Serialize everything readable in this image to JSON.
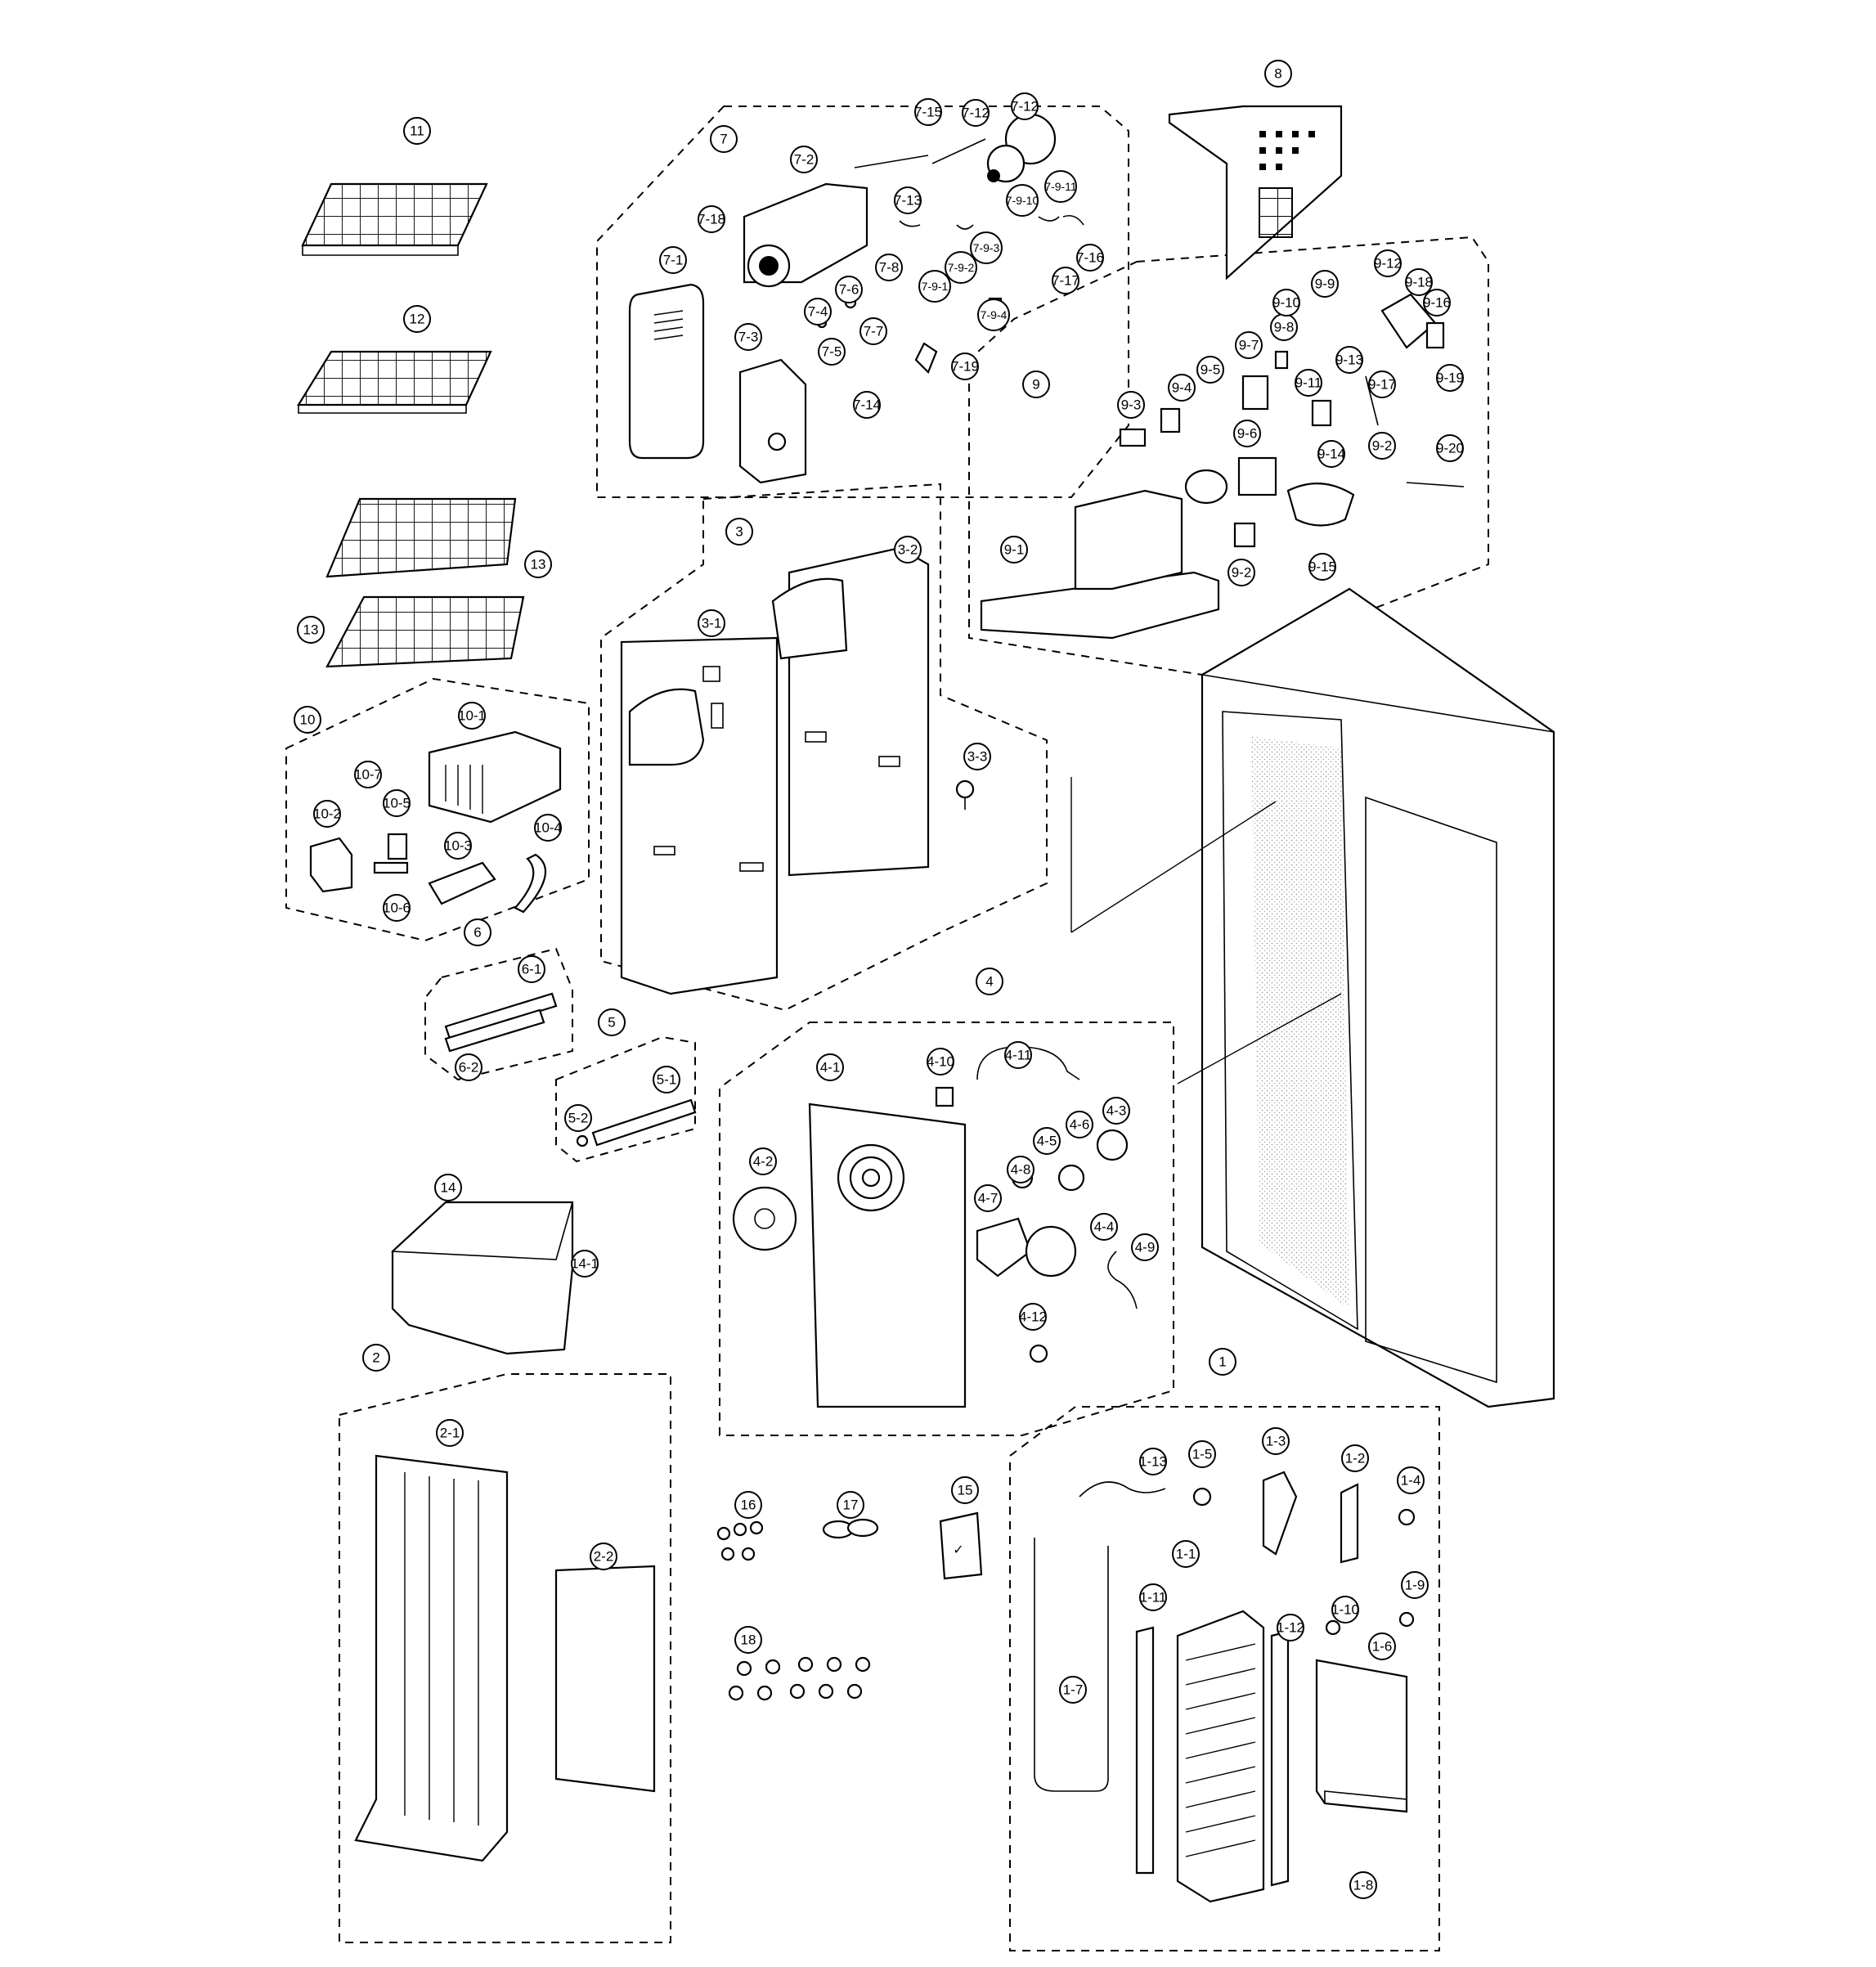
{
  "diagram": {
    "type": "exploded-parts-diagram",
    "groups": {
      "g1": "1",
      "g2": "2",
      "g3": "3",
      "g4": "4",
      "g5": "5",
      "g6": "6",
      "g7": "7",
      "g8": "8",
      "g9": "9",
      "g10": "10"
    },
    "callouts": {
      "c11": "11",
      "c12": "12",
      "c13a": "13",
      "c13b": "13",
      "c7": "7",
      "c7_1": "7-1",
      "c7_2": "7-2",
      "c7_3": "7-3",
      "c7_4": "7-4",
      "c7_5": "7-5",
      "c7_6": "7-6",
      "c7_7": "7-7",
      "c7_8": "7-8",
      "c7_9_1": "7-9-1",
      "c7_9_2": "7-9-2",
      "c7_9_3": "7-9-3",
      "c7_9_4": "7-9-4",
      "c7_9_10": "7-9-10",
      "c7_9_11": "7-9-11",
      "c7_12a": "7-12",
      "c7_12b": "7-12",
      "c7_13": "7-13",
      "c7_14": "7-14",
      "c7_15": "7-15",
      "c7_16": "7-16",
      "c7_17": "7-17",
      "c7_18": "7-18",
      "c7_19": "7-19",
      "c8": "8",
      "c9": "9",
      "c9_1": "9-1",
      "c9_2a": "9-2",
      "c9_2b": "9-2",
      "c9_3": "9-3",
      "c9_4": "9-4",
      "c9_5": "9-5",
      "c9_6": "9-6",
      "c9_7": "9-7",
      "c9_8": "9-8",
      "c9_9": "9-9",
      "c9_10": "9-10",
      "c9_11": "9-11",
      "c9_12": "9-12",
      "c9_13": "9-13",
      "c9_14": "9-14",
      "c9_15": "9-15",
      "c9_16": "9-16",
      "c9_17": "9-17",
      "c9_18": "9-18",
      "c9_19": "9-19",
      "c9_20": "9-20",
      "c3": "3",
      "c3_1": "3-1",
      "c3_2": "3-2",
      "c3_3": "3-3",
      "c10": "10",
      "c10_1": "10-1",
      "c10_2": "10-2",
      "c10_3": "10-3",
      "c10_4": "10-4",
      "c10_5": "10-5",
      "c10_6": "10-6",
      "c10_7": "10-7",
      "c6": "6",
      "c6_1": "6-1",
      "c6_2": "6-2",
      "c5": "5",
      "c5_1": "5-1",
      "c5_2": "5-2",
      "c4": "4",
      "c4_1": "4-1",
      "c4_2": "4-2",
      "c4_3": "4-3",
      "c4_4": "4-4",
      "c4_5": "4-5",
      "c4_6": "4-6",
      "c4_7": "4-7",
      "c4_8": "4-8",
      "c4_9": "4-9",
      "c4_10": "4-10",
      "c4_11": "4-11",
      "c4_12": "4-12",
      "c14": "14",
      "c14_1": "14-1",
      "c2": "2",
      "c2_1": "2-1",
      "c2_2": "2-2",
      "c15": "15",
      "c16": "16",
      "c17": "17",
      "c18": "18",
      "c1": "1",
      "c1_1": "1-1",
      "c1_2": "1-2",
      "c1_3": "1-3",
      "c1_4": "1-4",
      "c1_5": "1-5",
      "c1_6": "1-6",
      "c1_7": "1-7",
      "c1_8": "1-8",
      "c1_9": "1-9",
      "c1_10": "1-10",
      "c1_11": "1-11",
      "c1_12": "1-12",
      "c1_13": "1-13"
    }
  }
}
